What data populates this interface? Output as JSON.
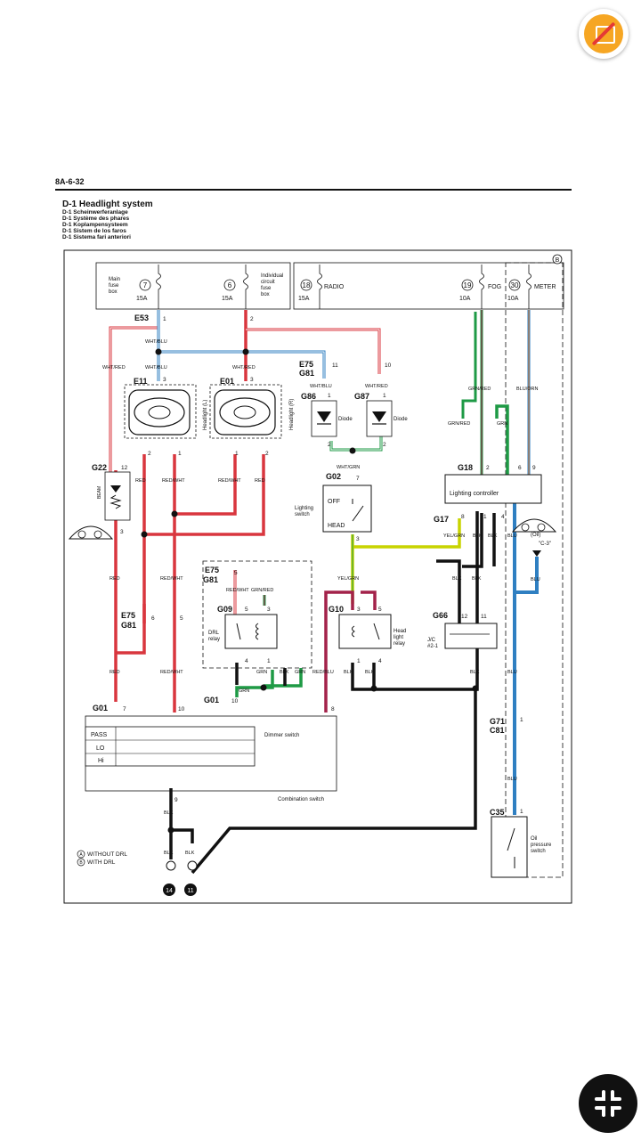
{
  "page": {
    "number": "8A-6-32"
  },
  "title": {
    "main": "D-1 Headlight system",
    "translations": [
      "D-1 Scheinwerferanlage",
      "D-1 Système des phares",
      "D-1 Koplampensysteem",
      "D-1 Sistem de los faros",
      "D-1 Sistema fari anteriori"
    ]
  },
  "fuses": {
    "main_box": "Main\nfuse\nbox",
    "individual_box": "Individual\ncircuit\nfuse\nbox",
    "f7": {
      "num": "7",
      "amp": "15A"
    },
    "f6": {
      "num": "6",
      "amp": "15A"
    },
    "f18": {
      "num": "18",
      "amp": "15A",
      "name": "RADIO"
    },
    "f19": {
      "num": "19",
      "amp": "10A",
      "name": "FOG"
    },
    "f30": {
      "num": "30",
      "amp": "10A",
      "name": "METER"
    }
  },
  "connectors": {
    "e53": "E53",
    "e11": "E11",
    "e01": "E01",
    "e75": "E75",
    "g81": "G81",
    "g86": "G86",
    "g87": "G87",
    "g22": "G22",
    "g02": "G02",
    "g18": "G18",
    "g17": "G17",
    "g09": "G09",
    "g10": "G10",
    "g66": "G66",
    "g01": "G01",
    "g71": "G71",
    "c81": "C81",
    "c35": "C35"
  },
  "wires": {
    "wht_blu": "WHT/BLU",
    "wht_red": "WHT/RED",
    "red": "RED",
    "red_wht": "RED/WHT",
    "wht_grn": "WHT/GRN",
    "grn_red": "GRN/RED",
    "blu_orn": "BLU/ORN",
    "grn": "GRN",
    "blk": "BLK",
    "blu": "BLU",
    "yel_grn": "YEL/GRN",
    "red_blu": "RED/BLU"
  },
  "components": {
    "headlight_l": "Headlight (L)",
    "headlight_r": "Headlight (R)",
    "diode": "Diode",
    "lighting_switch": "Lighting\nswitch",
    "off": "OFF",
    "head": "HEAD",
    "lighting_controller": "Lighting controller",
    "drl_relay": "DRL\nrelay",
    "head_light_relay": "Head\nlight\nrelay",
    "jc": "J/C\n#2-1",
    "dimmer_switch": "Dimmer switch",
    "combination_switch": "Combination switch",
    "oil_pressure_switch": "Oil\npressure\nswitch",
    "beam": "BEAM",
    "oil": "(Oil)",
    "oil_sym": "\"C-3\"",
    "pass": "PASS",
    "lo": "LO",
    "hi": "Hi"
  },
  "legend": {
    "a": "WITHOUT DRL",
    "b": "WITH DRL",
    "a_sym": "A",
    "b_sym": "B"
  },
  "grounds": {
    "g14": "14",
    "g11": "11"
  },
  "pins": {
    "p1": "1",
    "p2": "2",
    "p3": "3",
    "p4": "4",
    "p5": "5",
    "p6": "6",
    "p7": "7",
    "p8": "8",
    "p9": "9",
    "p10": "10",
    "p11": "11",
    "p12": "12"
  },
  "colors": {
    "red": "#d9363e",
    "blue": "#2f7fc1",
    "green": "#1e9a45",
    "yellow_green": "#c8d400",
    "maroon": "#a3224a",
    "olive": "#6b6a1f",
    "black": "#111111"
  },
  "icons": [
    "no-folder-icon",
    "collapse-fullscreen-icon",
    "instrument-cluster-icon"
  ]
}
